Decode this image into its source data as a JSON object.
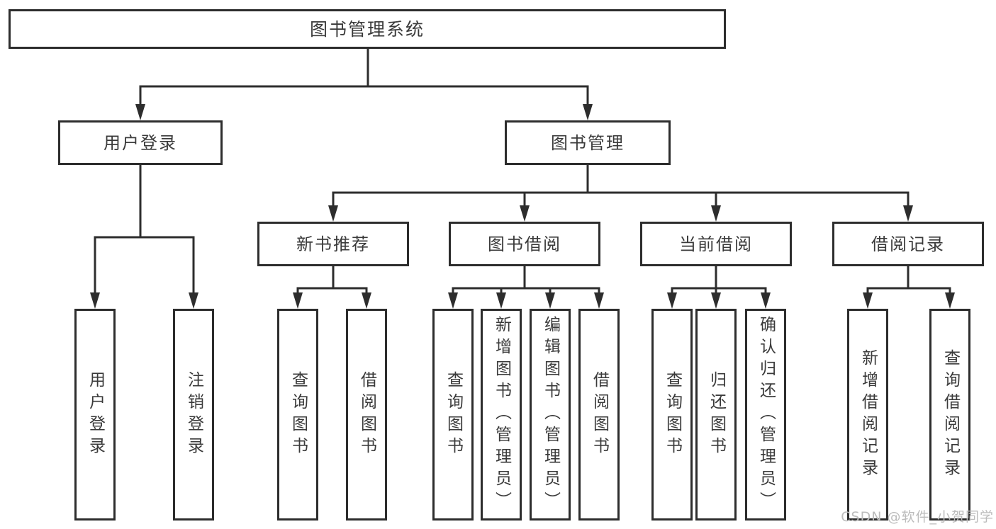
{
  "tree": {
    "root": "图书管理系统",
    "branches": [
      {
        "label": "用户登录",
        "children": [
          "用户登录",
          "注销登录"
        ]
      },
      {
        "label": "图书管理",
        "groups": [
          {
            "label": "新书推荐",
            "children": [
              "查询图书",
              "借阅图书"
            ]
          },
          {
            "label": "图书借阅",
            "children": [
              "查询图书",
              "新增图书（管理员）",
              "编辑图书（管理员）",
              "借阅图书"
            ]
          },
          {
            "label": "当前借阅",
            "children": [
              "查询图书",
              "归还图书",
              "确认归还（管理员）"
            ]
          },
          {
            "label": "借阅记录",
            "children": [
              "新增借阅记录",
              "查询借阅记录"
            ]
          }
        ]
      }
    ]
  },
  "watermark": "CSDN @软件_小贺同学",
  "colors": {
    "line": "#2d2d2d",
    "box_border": "#2d2d2d",
    "text": "#3a3a3a",
    "watermark": "#bcbcbc",
    "background": "#ffffff"
  }
}
